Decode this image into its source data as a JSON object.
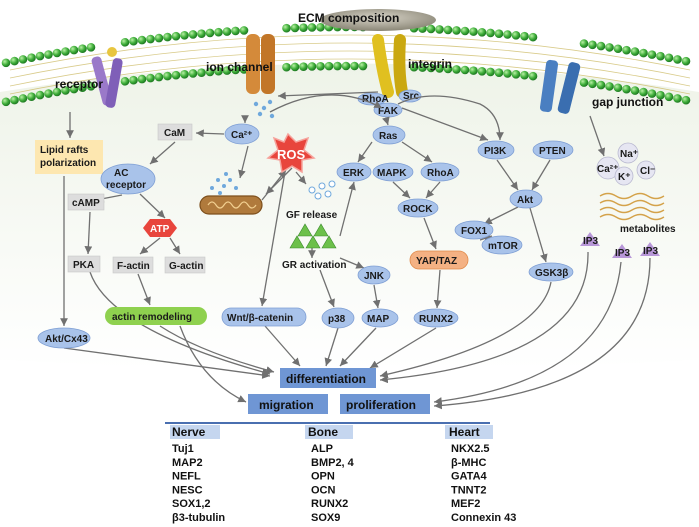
{
  "membrane": {
    "ecm_label": "ECM composition",
    "receptor_label": "receptor",
    "ion_channel_label": "ion channel",
    "integrin_label": "integrin",
    "gap_junction_label": "gap junction",
    "rhoa_small": "RhoA",
    "src_small": "Src",
    "fak": "FAK"
  },
  "nodes": {
    "lipid_rafts": "Lipid rafts polarization",
    "cam": "CaM",
    "ca_left": "Ca²⁺",
    "ros": "ROS",
    "ac_receptor": "AC receptor",
    "camp": "cAMP",
    "atp": "ATP",
    "pka": "PKA",
    "f_actin": "F-actin",
    "g_actin": "G-actin",
    "actin_remodeling": "actin remodeling",
    "gf_release": "GF release",
    "gr_activation": "GR activation",
    "wnt": "Wnt/β-catenin",
    "akt_cx43": "Akt/Cx43",
    "p38": "p38",
    "ras": "Ras",
    "erk": "ERK",
    "mapk": "MAPK",
    "rhoa": "RhoA",
    "rock": "ROCK",
    "yap_taz": "YAP/TAZ",
    "jnk": "JNK",
    "map": "MAP",
    "runx2": "RUNX2",
    "pi3k": "PI3K",
    "pten": "PTEN",
    "akt": "Akt",
    "fox1": "FOX1",
    "mtor": "mTOR",
    "gsk3b": "GSK3β",
    "ca_right": "Ca²⁺",
    "na": "Na⁺",
    "k": "K⁺",
    "cl": "Cl⁻",
    "metabolites": "metabolites",
    "ip3_1": "IP3",
    "ip3_2": "IP3",
    "ip3_3": "IP3"
  },
  "outcomes": {
    "differentiation": "differentiation",
    "migration": "migration",
    "proliferation": "proliferation"
  },
  "markers": {
    "nerve": {
      "header": "Nerve",
      "items": [
        "Tuj1",
        "MAP2",
        "NEFL",
        "NESC",
        "SOX1,2",
        "β3-tubulin"
      ]
    },
    "bone": {
      "header": "Bone",
      "items": [
        "ALP",
        "BMP2, 4",
        "OPN",
        "OCN",
        "RUNX2",
        "SOX9"
      ]
    },
    "heart": {
      "header": "Heart",
      "items": [
        "NKX2.5",
        "β-MHC",
        "GATA4",
        "TNNT2",
        "MEF2",
        "Connexin 43"
      ]
    }
  },
  "colors": {
    "membrane_bead": "#3fae3a",
    "node_ellipse": "#a9c3ea",
    "gray_box": "#dddddd",
    "ros_star": "#e8453c",
    "outcome_box": "#6f96d4",
    "yap_taz": "#f4b183",
    "actin_remodeling": "#8fd14f",
    "lipid_rafts": "#fde7b0"
  }
}
